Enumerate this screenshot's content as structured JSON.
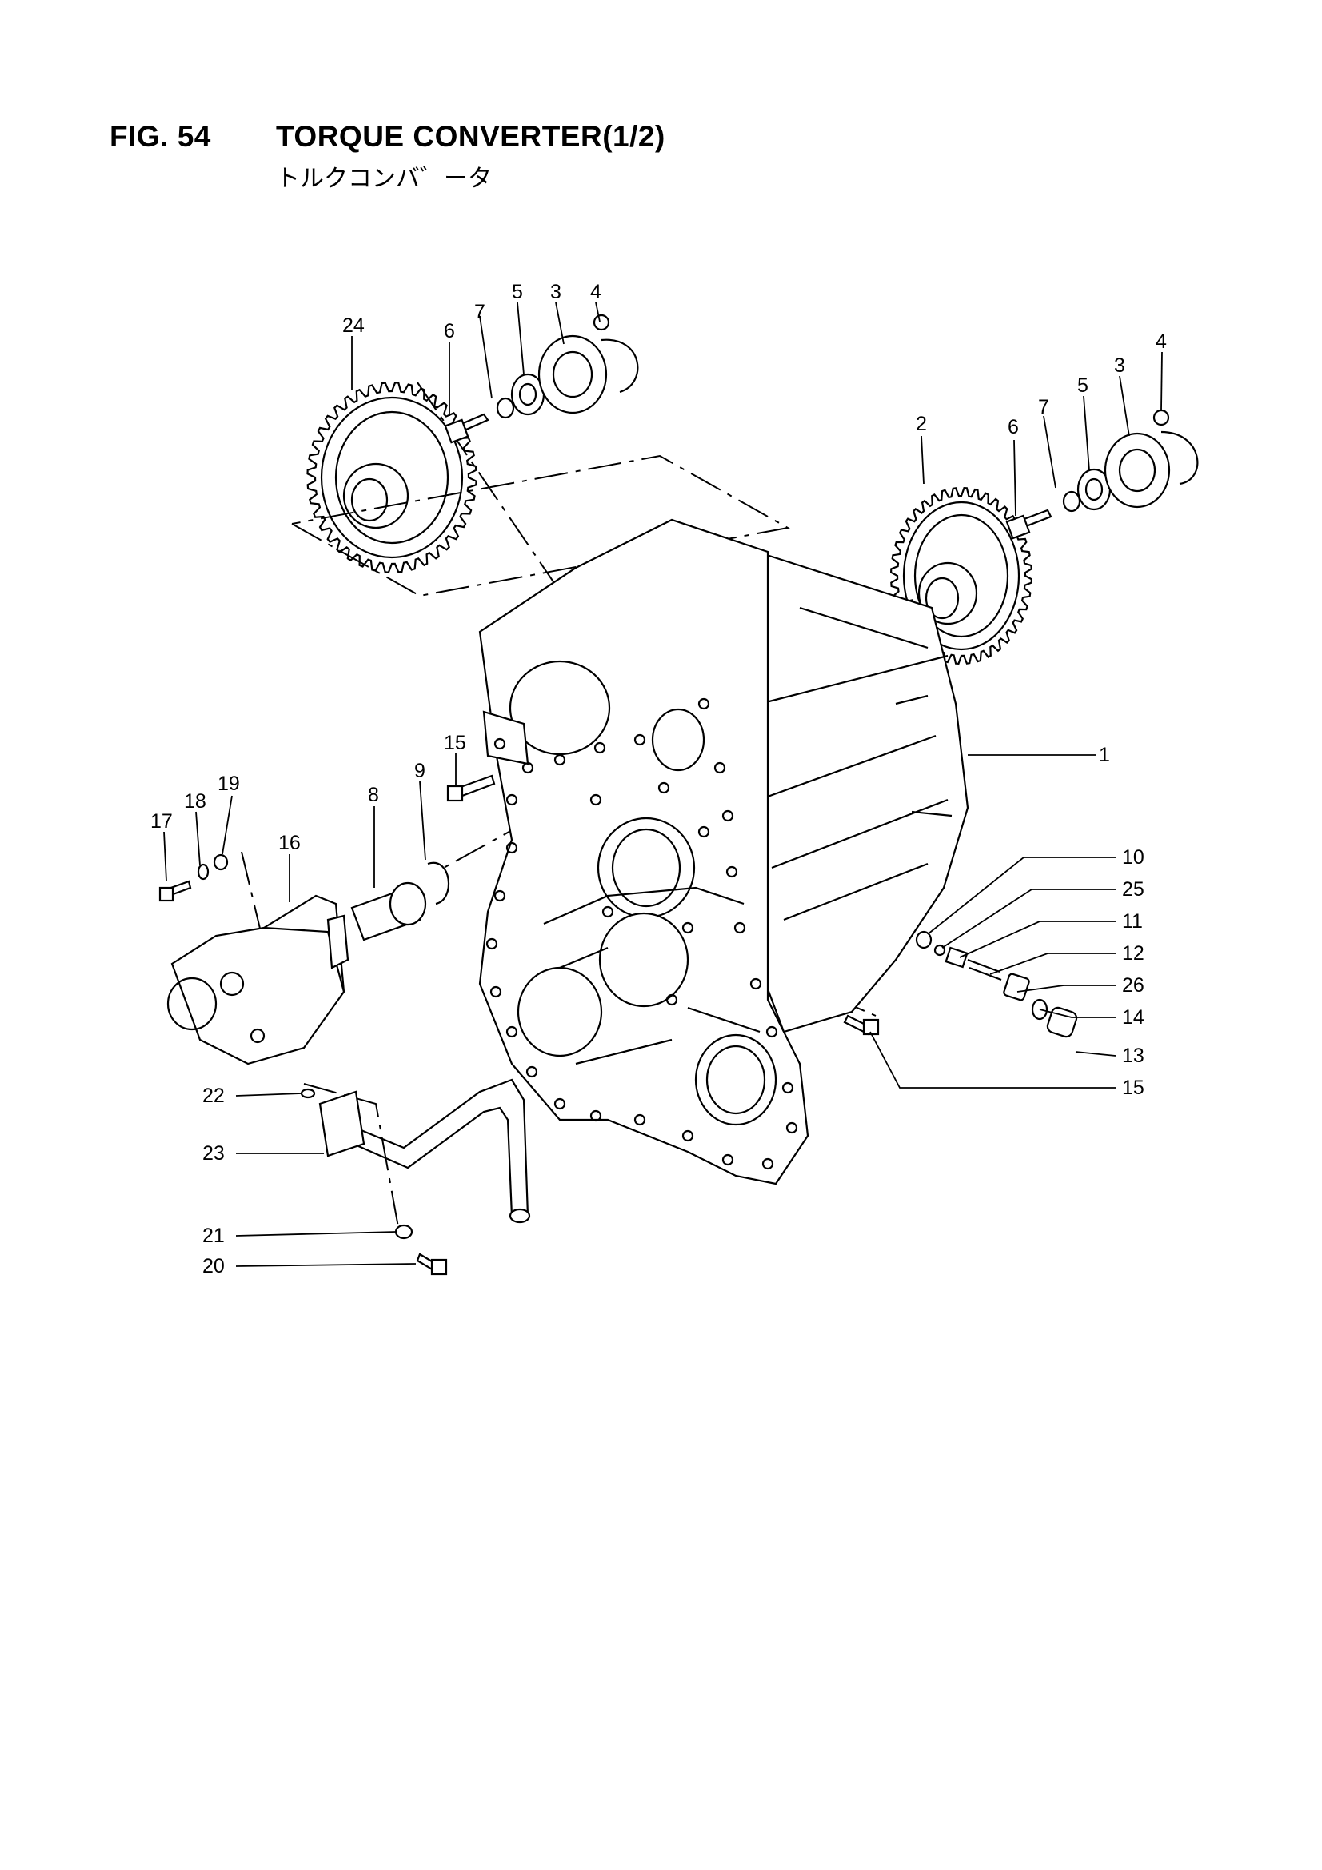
{
  "header": {
    "fig_no": "FIG. 54",
    "title": "TORQUE CONVERTER(1/2)",
    "subtitle": "トルクコンバ゛ータ"
  },
  "callouts": [
    {
      "id": "c24a",
      "text": "24"
    },
    {
      "id": "c6a",
      "text": "6"
    },
    {
      "id": "c7a",
      "text": "7"
    },
    {
      "id": "c5a",
      "text": "5"
    },
    {
      "id": "c3a",
      "text": "3"
    },
    {
      "id": "c4a",
      "text": "4"
    },
    {
      "id": "c2",
      "text": "2"
    },
    {
      "id": "c6b",
      "text": "6"
    },
    {
      "id": "c7b",
      "text": "7"
    },
    {
      "id": "c5b",
      "text": "5"
    },
    {
      "id": "c3b",
      "text": "3"
    },
    {
      "id": "c4b",
      "text": "4"
    },
    {
      "id": "c1",
      "text": "1"
    },
    {
      "id": "c15a",
      "text": "15"
    },
    {
      "id": "c8",
      "text": "8"
    },
    {
      "id": "c9",
      "text": "9"
    },
    {
      "id": "c17",
      "text": "17"
    },
    {
      "id": "c18",
      "text": "18"
    },
    {
      "id": "c19",
      "text": "19"
    },
    {
      "id": "c16",
      "text": "16"
    },
    {
      "id": "c10",
      "text": "10"
    },
    {
      "id": "c25",
      "text": "25"
    },
    {
      "id": "c11",
      "text": "11"
    },
    {
      "id": "c12",
      "text": "12"
    },
    {
      "id": "c26",
      "text": "26"
    },
    {
      "id": "c14",
      "text": "14"
    },
    {
      "id": "c13",
      "text": "13"
    },
    {
      "id": "c15b",
      "text": "15"
    },
    {
      "id": "c22",
      "text": "22"
    },
    {
      "id": "c23",
      "text": "23"
    },
    {
      "id": "c21",
      "text": "21"
    },
    {
      "id": "c20",
      "text": "20"
    }
  ]
}
